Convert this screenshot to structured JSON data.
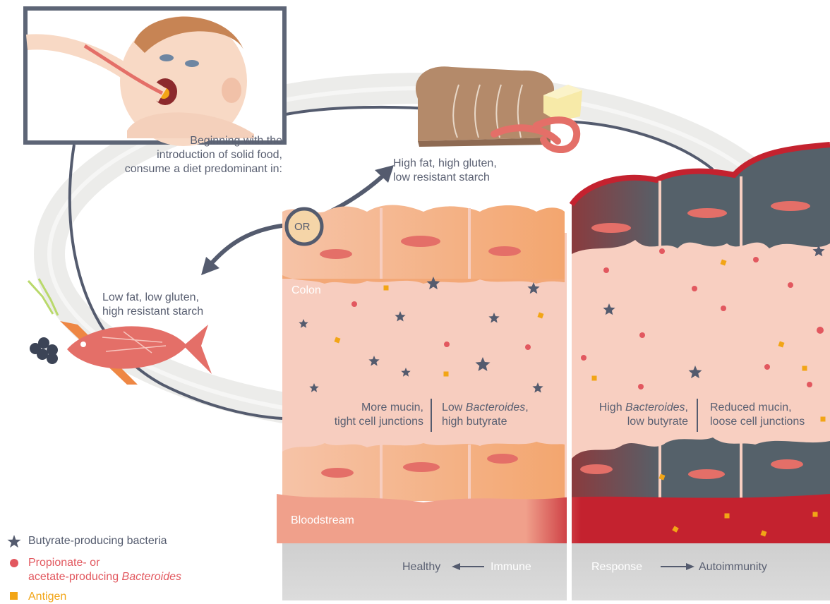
{
  "colors": {
    "slate": "#545b6e",
    "healthy_cell": "#f3a877",
    "tissue": "#f7cdbf",
    "nucleus": "#e46f68",
    "diseased_cell": "#55616a",
    "blood_healthy": "#f0a08b",
    "blood_disease": "#c4222f",
    "bacteroides": "#e2585f",
    "antigen": "#f2a516",
    "ring": "#ececea",
    "base": "#d8d8d8"
  },
  "icons": {
    "baby": "baby-being-spoon-fed-illustration",
    "bread": "bread-loaf-icon",
    "butter": "butter-block-icon",
    "sausage": "sausage-icon",
    "fish": "fish-icon",
    "carrot": "carrot-icon",
    "blueberries": "blueberries-icon"
  },
  "diet": {
    "intro_line1": "Beginning with the",
    "intro_line2": "introduction of solid food,",
    "intro_line3": "consume a diet predominant in:",
    "or_label": "OR",
    "high_fat_line1": "High fat, high gluten,",
    "high_fat_line2": "low resistant starch",
    "low_fat_line1": "Low fat, low gluten,",
    "low_fat_line2": "high resistant starch"
  },
  "panel": {
    "colon": "Colon",
    "bloodstream": "Bloodstream",
    "healthy_left1": "More mucin,",
    "healthy_left2": "tight cell junctions",
    "healthy_right1_pre": "Low ",
    "healthy_right1_italic": "Bacteroides",
    "healthy_right1_post": ",",
    "healthy_right2": "high butyrate",
    "disease_left1_pre": "High ",
    "disease_left1_italic": "Bacteroides",
    "disease_left1_post": ",",
    "disease_left2": "low butyrate",
    "disease_right1": "Reduced mucin,",
    "disease_right2": "loose cell junctions",
    "axis_healthy": "Healthy",
    "axis_immune": "Immune",
    "axis_response": "Response",
    "axis_autoimmunity": "Autoimmunity"
  },
  "legend": {
    "butyrate": "Butyrate-producing bacteria",
    "bacteroides_line1": "Propionate- or",
    "bacteroides_line2_pre": "acetate-producing ",
    "bacteroides_line2_italic": "Bacteroides",
    "antigen": "Antigen"
  }
}
